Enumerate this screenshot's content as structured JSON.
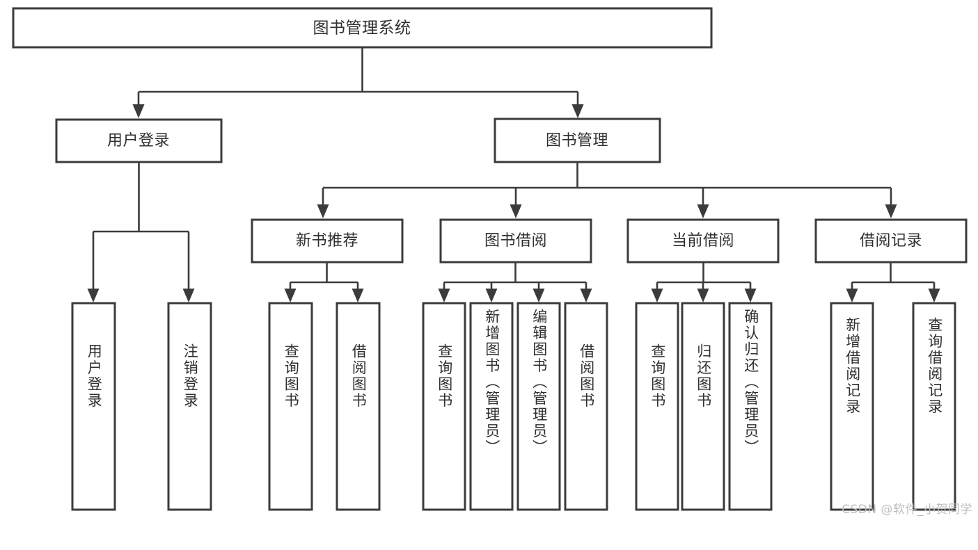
{
  "diagram": {
    "type": "tree-hierarchy",
    "title": "图书管理系统",
    "orientation": "top-down",
    "colors": {
      "background": "#ffffff",
      "box_fill": "#ffffff",
      "box_stroke": "#3b3b3b",
      "connector": "#3b3b3b",
      "text": "#2f2f2f",
      "watermark": "#bdbdbd"
    },
    "levels": {
      "root": {
        "label": "图书管理系统"
      },
      "level2": [
        {
          "id": "user-login",
          "label": "用户登录"
        },
        {
          "id": "book-management",
          "label": "图书管理"
        }
      ],
      "level3": [
        {
          "id": "new-book-recommend",
          "label": "新书推荐",
          "parent": "book-management"
        },
        {
          "id": "book-borrow",
          "label": "图书借阅",
          "parent": "book-management"
        },
        {
          "id": "current-borrow",
          "label": "当前借阅",
          "parent": "book-management"
        },
        {
          "id": "borrow-record",
          "label": "借阅记录",
          "parent": "book-management"
        }
      ],
      "leaves": [
        {
          "id": "leaf-user-login",
          "label": "用户登录",
          "parent": "user-login"
        },
        {
          "id": "leaf-user-logout",
          "label": "注销登录",
          "parent": "user-login"
        },
        {
          "id": "leaf-query-book-1",
          "label": "查询图书",
          "parent": "new-book-recommend"
        },
        {
          "id": "leaf-borrow-book-1",
          "label": "借阅图书",
          "parent": "new-book-recommend"
        },
        {
          "id": "leaf-query-book-2",
          "label": "查询图书",
          "parent": "book-borrow"
        },
        {
          "id": "leaf-add-book",
          "label": "新增图书（管理员）",
          "parent": "book-borrow"
        },
        {
          "id": "leaf-edit-book",
          "label": "编辑图书（管理员）",
          "parent": "book-borrow"
        },
        {
          "id": "leaf-borrow-book-2",
          "label": "借阅图书",
          "parent": "book-borrow"
        },
        {
          "id": "leaf-query-book-3",
          "label": "查询图书",
          "parent": "current-borrow"
        },
        {
          "id": "leaf-return-book",
          "label": "归还图书",
          "parent": "current-borrow"
        },
        {
          "id": "leaf-confirm-return",
          "label": "确认归还（管理员）",
          "parent": "current-borrow"
        },
        {
          "id": "leaf-add-record",
          "label": "新增借阅记录",
          "parent": "borrow-record"
        },
        {
          "id": "leaf-query-record",
          "label": "查询借阅记录",
          "parent": "borrow-record"
        }
      ]
    },
    "watermark": "CSDN @软件_小贺同学"
  }
}
